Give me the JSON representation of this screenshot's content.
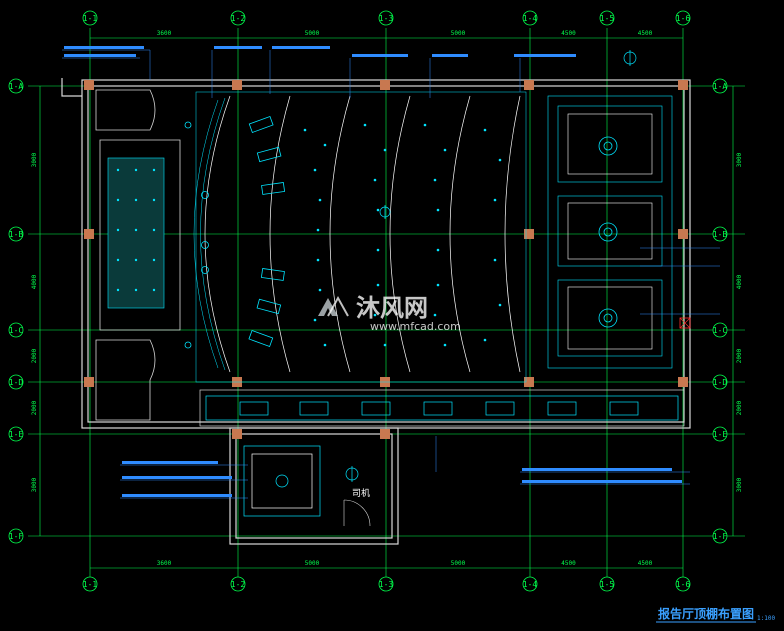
{
  "drawing": {
    "title": "报告厅顶棚布置图",
    "scale": "1:100",
    "room_label": "司机"
  },
  "grid": {
    "top_labels": [
      "1-1",
      "1-2",
      "1-3",
      "1-4",
      "1-5",
      "1-6"
    ],
    "bottom_labels": [
      "1-1",
      "1-2",
      "1-3",
      "1-4",
      "1-5",
      "1-6"
    ],
    "left_labels": [
      "1-A",
      "1-B",
      "1-C",
      "1-D",
      "1-E",
      "1-F"
    ],
    "right_labels": [
      "1-A",
      "1-B",
      "1-C",
      "1-D",
      "1-E",
      "1-F"
    ]
  },
  "dimensions": {
    "top": [
      "3600",
      "5000",
      "5000",
      "4500",
      "4500"
    ],
    "bottom": [
      "3600",
      "5000",
      "5000",
      "4500",
      "4500"
    ],
    "left": [
      "3000",
      "4000",
      "2000",
      "2000",
      "3000"
    ],
    "right": [
      "3000",
      "4000",
      "2000",
      "2000",
      "3000"
    ]
  },
  "watermark": {
    "text": "沐风网",
    "url": "www.mfcad.com",
    "color": "#ffffff"
  },
  "colors": {
    "grid": "#00ff4c",
    "wall": "#d8d8d8",
    "fixture": "#00e5ff",
    "ceiling_line": "#ffffff",
    "column": "#c87850",
    "leader": "#2f8cff",
    "title": "#3aa0ff"
  },
  "icons": [
    "compass-icon",
    "light-fixture-icon",
    "chandelier-icon",
    "section-cut-icon",
    "watermark-logo-icon"
  ]
}
